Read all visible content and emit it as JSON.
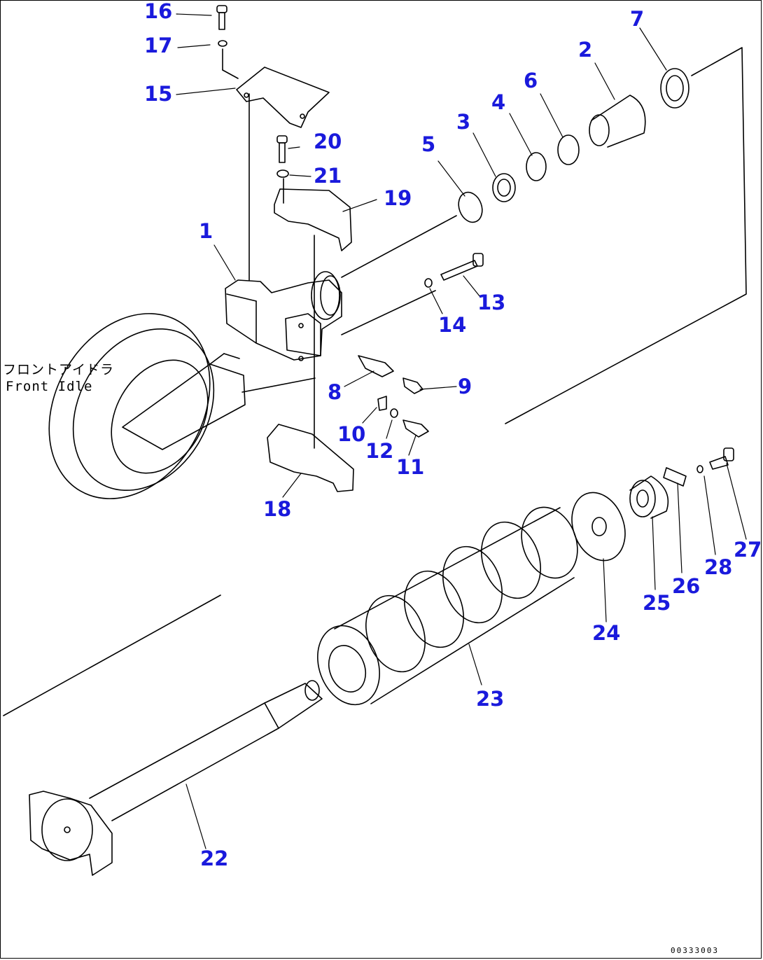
{
  "labels": {
    "p1": "1",
    "p2": "2",
    "p3": "3",
    "p4": "4",
    "p5": "5",
    "p6": "6",
    "p7": "7",
    "p8": "8",
    "p9": "9",
    "p10": "10",
    "p11": "11",
    "p12": "12",
    "p13": "13",
    "p14": "14",
    "p15": "15",
    "p16": "16",
    "p17": "17",
    "p18": "18",
    "p19": "19",
    "p20": "20",
    "p21": "21",
    "p22": "22",
    "p23": "23",
    "p24": "24",
    "p25": "25",
    "p26": "26",
    "p27": "27",
    "p28": "28"
  },
  "caption": {
    "japanese": "フロントアイドラ",
    "english": "Front Idle"
  },
  "drawing_code": "00333003",
  "colors": {
    "label": "#1a1adc",
    "line": "#000000",
    "background": "#ffffff"
  }
}
